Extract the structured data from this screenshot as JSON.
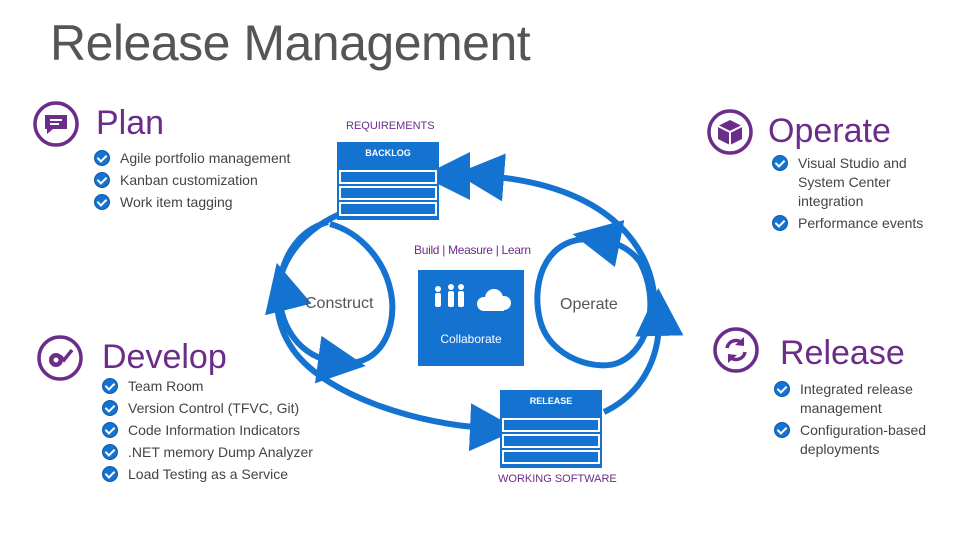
{
  "title": "Release Management",
  "colors": {
    "accent": "#6b2c8a",
    "flow_blue": "#1473d0",
    "text": "#444444"
  },
  "sections": {
    "plan": {
      "title": "Plan",
      "icon": "speech-bubble-icon",
      "items": [
        "Agile portfolio management",
        "Kanban customization",
        "Work item tagging"
      ]
    },
    "develop": {
      "title": "Develop",
      "icon": "gear-check-icon",
      "items": [
        "Team Room",
        "Version Control (TFVC, Git)",
        "Code Information Indicators",
        ".NET memory Dump Analyzer",
        "Load Testing as a Service"
      ]
    },
    "operate": {
      "title": "Operate",
      "icon": "package-icon",
      "items": [
        "Visual Studio and System Center integration",
        "Performance events"
      ]
    },
    "release": {
      "title": "Release",
      "icon": "refresh-icon",
      "items": [
        "Integrated release management",
        "Configuration-based deployments"
      ]
    }
  },
  "diagram": {
    "requirements_label": "REQUIREMENTS",
    "backlog_label": "BACKLOG",
    "release_label": "RELEASE",
    "working_software_label": "WORKING SOFTWARE",
    "construct_label": "Construct",
    "operate_label": "Operate",
    "build_measure_learn": "Build   | Measure  | Learn",
    "collaborate_label": "Collaborate",
    "collaborate_icons": [
      "people-icon",
      "cloud-icon"
    ]
  }
}
